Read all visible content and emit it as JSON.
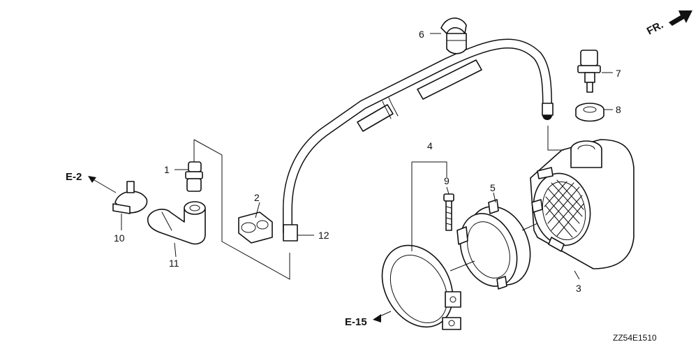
{
  "orientation": {
    "label": "FR.",
    "icon": "front-arrow-icon"
  },
  "diagram_code": "ZZ54E1510",
  "references": [
    {
      "id": "e2",
      "label": "E-2"
    },
    {
      "id": "e15",
      "label": "E-15"
    }
  ],
  "callouts": [
    {
      "id": "p1",
      "label": "1"
    },
    {
      "id": "p2",
      "label": "2"
    },
    {
      "id": "p3",
      "label": "3"
    },
    {
      "id": "p4",
      "label": "4"
    },
    {
      "id": "p5",
      "label": "5"
    },
    {
      "id": "p6",
      "label": "6"
    },
    {
      "id": "p7",
      "label": "7"
    },
    {
      "id": "p8",
      "label": "8"
    },
    {
      "id": "p9",
      "label": "9"
    },
    {
      "id": "p10",
      "label": "10"
    },
    {
      "id": "p11",
      "label": "11"
    },
    {
      "id": "p12",
      "label": "12"
    }
  ]
}
